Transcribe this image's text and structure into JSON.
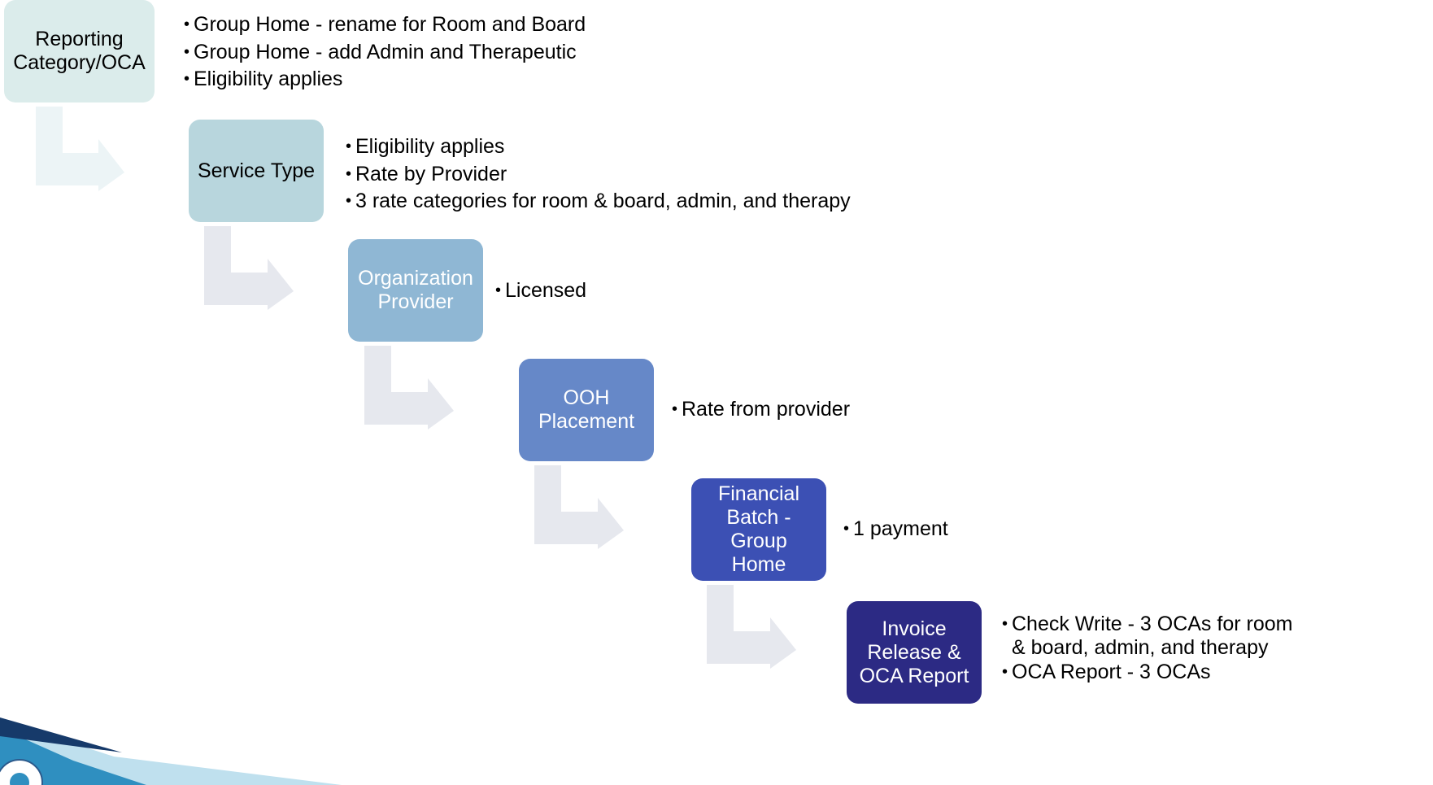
{
  "steps": [
    {
      "label": "Reporting\nCategory/OCA",
      "fill": "#dbeceb",
      "text_color": "#000000",
      "bullets": [
        "Group Home - rename for Room and Board",
        "Group Home - add Admin and Therapeutic",
        "Eligibility applies"
      ]
    },
    {
      "label": "Service Type",
      "fill": "#b8d6dd",
      "text_color": "#000000",
      "bullets": [
        "Eligibility applies",
        "Rate by Provider",
        "3 rate categories for room & board, admin, and therapy"
      ]
    },
    {
      "label": "Organization\nProvider",
      "fill": "#8fb7d4",
      "text_color": "#ffffff",
      "bullets": [
        "Licensed"
      ]
    },
    {
      "label": "OOH\nPlacement",
      "fill": "#6688c8",
      "text_color": "#ffffff",
      "bullets": [
        "Rate from provider"
      ]
    },
    {
      "label": "Financial\nBatch - Group\nHome",
      "fill": "#3c50b4",
      "text_color": "#ffffff",
      "bullets": [
        "1 payment"
      ]
    },
    {
      "label": "Invoice\nRelease &\nOCA Report",
      "fill": "#2c2a84",
      "text_color": "#ffffff",
      "bullets": [
        "Check Write - 3 OCAs for room\n& board, admin, and therapy",
        "OCA Report - 3 OCAs"
      ]
    }
  ],
  "colors": {
    "connector_first": "#ecf4f6",
    "connector": "#e6e8ee",
    "decoration_blue": "#2f8fc0",
    "decoration_dark": "#163a6a"
  }
}
